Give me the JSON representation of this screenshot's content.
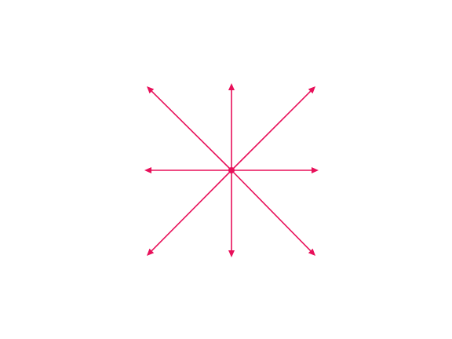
{
  "diagram": {
    "type": "radial-arrows",
    "arrow_count": 8,
    "color": "#e8105a",
    "background": "#ffffff",
    "directions": [
      "N",
      "NE",
      "E",
      "SE",
      "S",
      "SW",
      "W",
      "NW"
    ]
  }
}
